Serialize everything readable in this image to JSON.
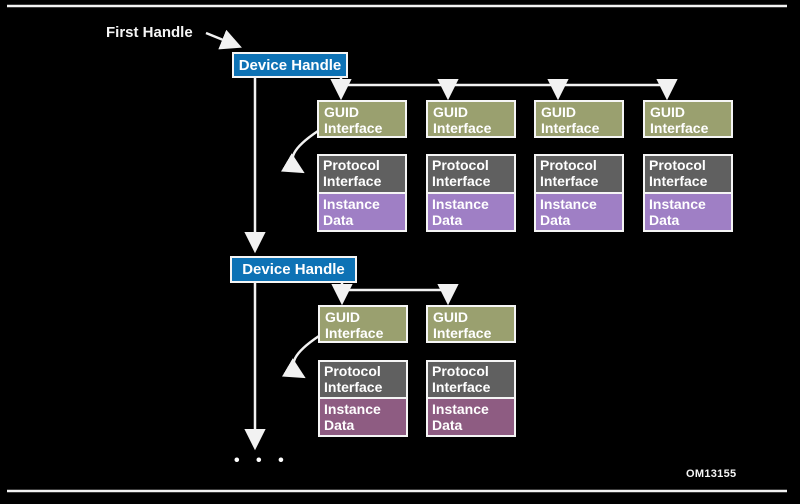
{
  "annotations": {
    "first_handle": "First Handle",
    "figure_code": "OM13155",
    "ellipsis": "• • •"
  },
  "colors": {
    "background": "#000000",
    "device_handle": "#0d72b5",
    "guid_interface": "#9aa06f",
    "protocol_interface": "#606060",
    "instance_data_row1": "#9f7fc5",
    "instance_data_row2": "#8e5c82",
    "line": "#f2f2f2",
    "box_border": "#f5f5f5"
  },
  "groups": [
    {
      "device_handle": "Device Handle",
      "columns": [
        {
          "guid_l1": "GUID",
          "guid_l2": "Interface",
          "proto_l1": "Protocol",
          "proto_l2": "Interface",
          "inst_l1": "Instance",
          "inst_l2": "Data"
        },
        {
          "guid_l1": "GUID",
          "guid_l2": "Interface",
          "proto_l1": "Protocol",
          "proto_l2": "Interface",
          "inst_l1": "Instance",
          "inst_l2": "Data"
        },
        {
          "guid_l1": "GUID",
          "guid_l2": "Interface",
          "proto_l1": "Protocol",
          "proto_l2": "Interface",
          "inst_l1": "Instance",
          "inst_l2": "Data"
        },
        {
          "guid_l1": "GUID",
          "guid_l2": "Interface",
          "proto_l1": "Protocol",
          "proto_l2": "Interface",
          "inst_l1": "Instance",
          "inst_l2": "Data"
        }
      ]
    },
    {
      "device_handle": "Device Handle",
      "columns": [
        {
          "guid_l1": "GUID",
          "guid_l2": "Interface",
          "proto_l1": "Protocol",
          "proto_l2": "Interface",
          "inst_l1": "Instance",
          "inst_l2": "Data"
        },
        {
          "guid_l1": "GUID",
          "guid_l2": "Interface",
          "proto_l1": "Protocol",
          "proto_l2": "Interface",
          "inst_l1": "Instance",
          "inst_l2": "Data"
        }
      ]
    }
  ]
}
